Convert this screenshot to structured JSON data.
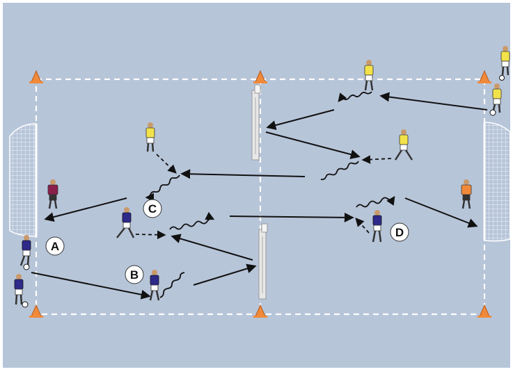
{
  "colors": {
    "background": "#b7c5d9",
    "frame": "#ffffff",
    "field_line": "#ffffff",
    "arrow": "#111111",
    "cone": "#f08a3a",
    "team_yellow_shirt": "#f2e24a",
    "team_blue_shirt": "#2d2a8a",
    "keeper_left_shirt": "#8a1f4a",
    "keeper_right_shirt": "#f08a3a",
    "shorts": "#ffffff",
    "net": "#ffffff",
    "mannequin": "#e8e8e8"
  },
  "labels": {
    "a": "A",
    "b": "B",
    "c": "C",
    "d": "D"
  },
  "icons": {
    "goal": "soccer-goal-net-icon",
    "cone": "training-cone-icon",
    "mannequin": "defensive-mannequin-icon",
    "player": "soccer-player-icon",
    "ball": "soccer-ball-icon"
  }
}
